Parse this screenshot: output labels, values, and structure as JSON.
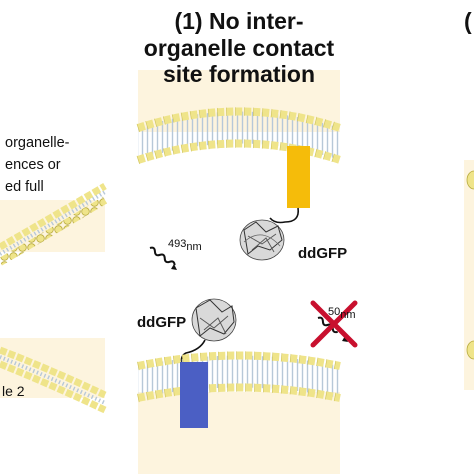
{
  "panel_title": {
    "line1": "(1) No inter-",
    "line2": "organelle contact",
    "line3": "site formation",
    "right_edge_fragment": "("
  },
  "left_text": {
    "line1": "organelle-",
    "line2": "ences      or",
    "line3": "ed          full"
  },
  "labels": {
    "ddgfp_top": "ddGFP",
    "ddgfp_bottom": "ddGFP",
    "wavelength_excite": "493",
    "wavelength_excite_unit": "nm",
    "wavelength_emit": "50",
    "wavelength_emit_unit": "nm",
    "organelle_2": "le 2"
  },
  "colors": {
    "background_cream": "#fdf4de",
    "lipid_head": "#efe48a",
    "lipid_head_stroke": "#b8ab3e",
    "lipid_tail": "#b7c8d8",
    "anchor_top": "#f5bc0a",
    "anchor_bottom": "#4b5fc4",
    "cross": "#c8102e"
  }
}
